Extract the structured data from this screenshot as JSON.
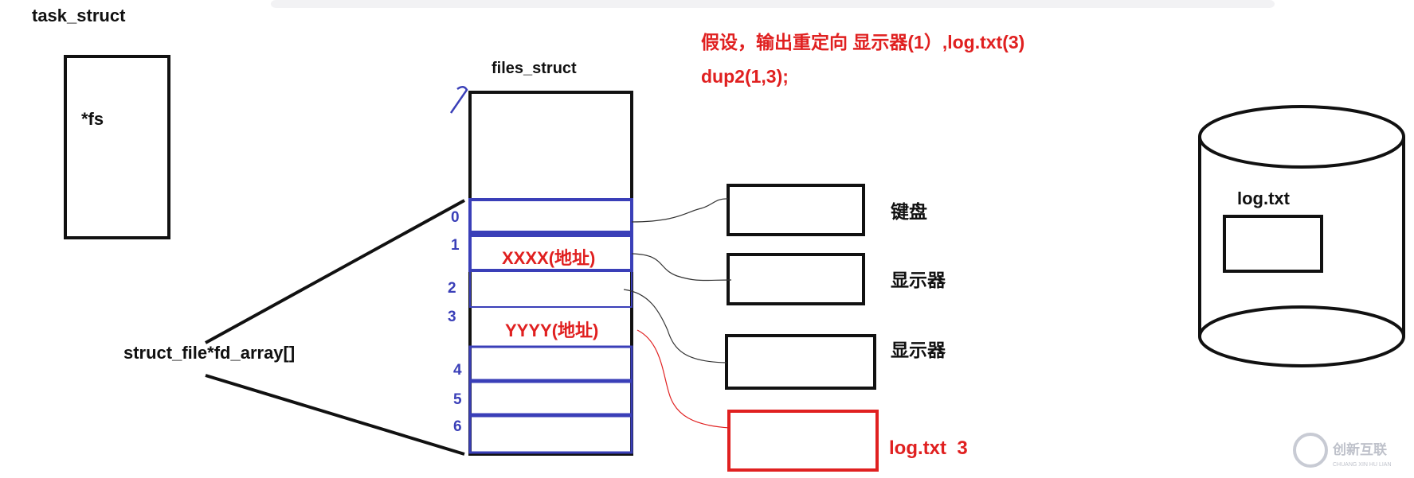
{
  "task_struct": {
    "title": "task_struct",
    "field": "*fs"
  },
  "files_struct": {
    "title": "files_struct"
  },
  "fd_array": {
    "label": "struct_file*fd_array[]"
  },
  "fd_indices": [
    "0",
    "1",
    "2",
    "3",
    "4",
    "5",
    "6"
  ],
  "slots": {
    "slot1": "XXXX(地址)",
    "slot3": "YYYY(地址)"
  },
  "devices": {
    "keyboard": "键盘",
    "display1": "显示器",
    "display2": "显示器",
    "logfile": "log.txt  3"
  },
  "note": {
    "line1": "假设，输出重定向 显示器(1）,log.txt(3)",
    "line2": "dup2(1,3);"
  },
  "disk": {
    "label": "log.txt"
  },
  "watermark": {
    "text": "创新互联",
    "sub": "CHUANG XIN HU LIAN"
  },
  "colors": {
    "black": "#111111",
    "blue": "#3a3fb8",
    "red": "#e02020",
    "topbar": "#f2f2f4"
  }
}
